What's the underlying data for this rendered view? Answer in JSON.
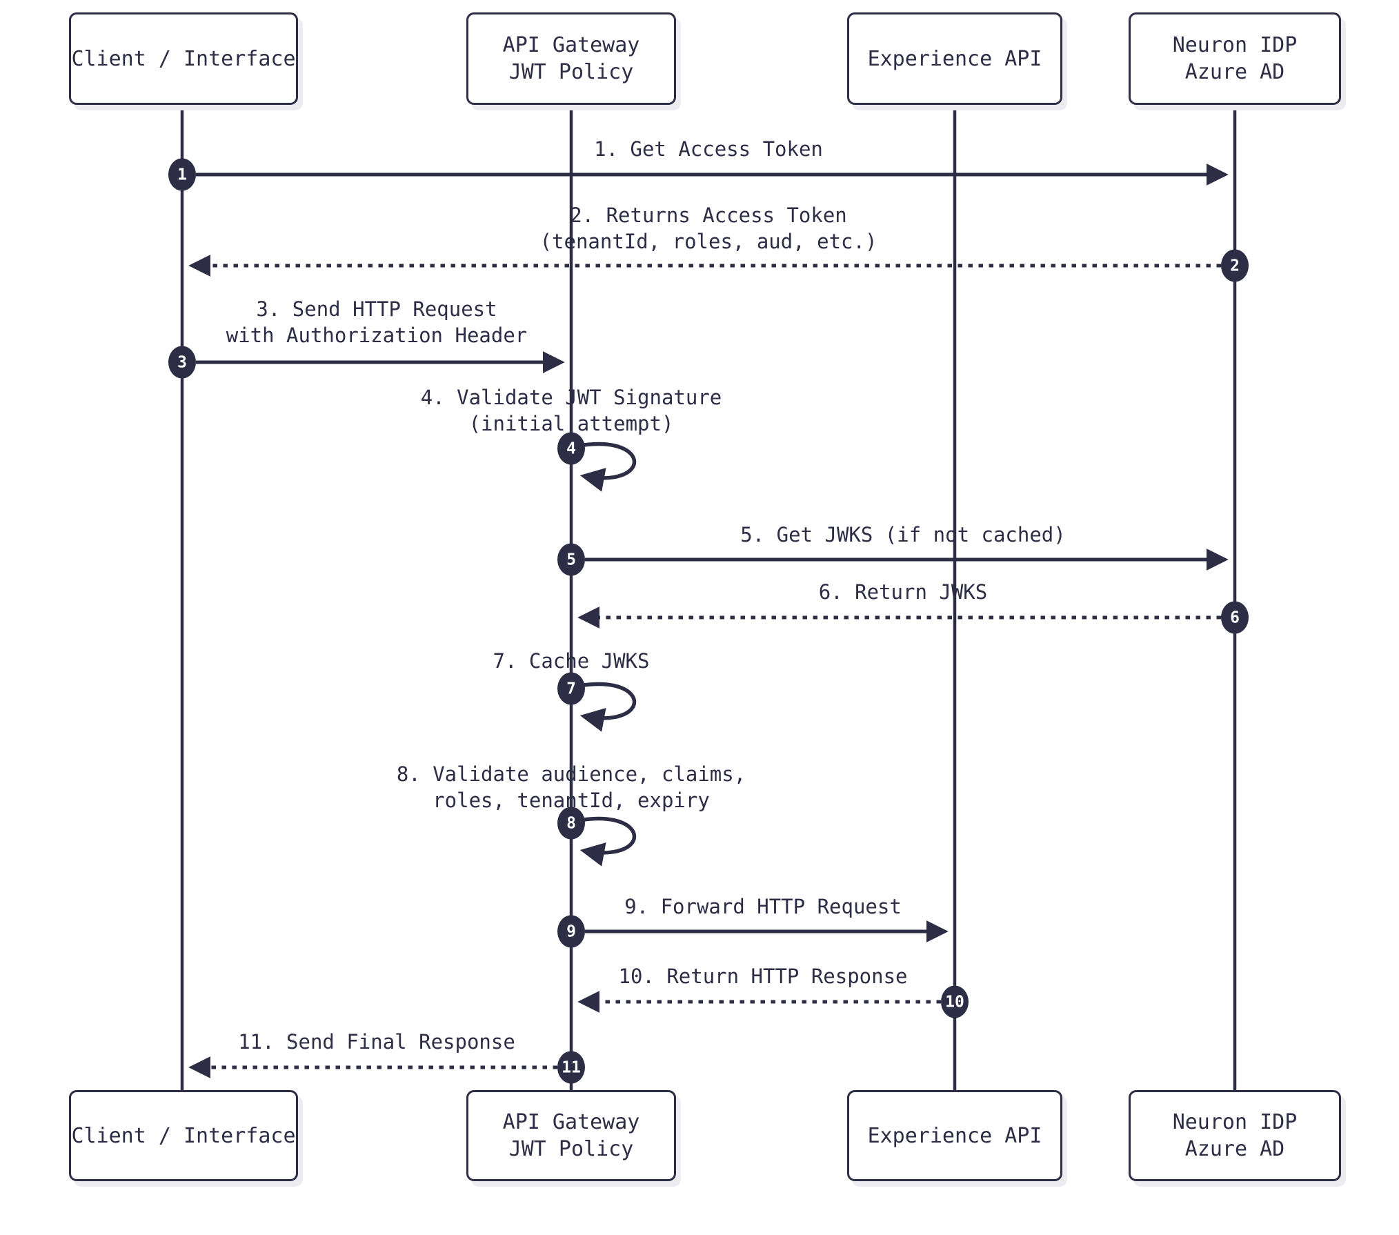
{
  "diagram": {
    "title": "JWT validation sequence diagram",
    "colors": {
      "ink": "#2e2d46",
      "background": "#ffffff",
      "shadow": "#ececf1",
      "badge_text": "#ffffff"
    },
    "actors": [
      {
        "id": "client",
        "label": "Client / Interface"
      },
      {
        "id": "api-gateway",
        "label": "API Gateway\nJWT Policy"
      },
      {
        "id": "experience-api",
        "label": "Experience API"
      },
      {
        "id": "neuron-idp",
        "label": "Neuron IDP\nAzure AD"
      }
    ],
    "messages": [
      {
        "number": "1",
        "label": "1. Get Access Token",
        "from": "client",
        "to": "neuron-idp",
        "style": "solid"
      },
      {
        "number": "2",
        "label": "2. Returns Access Token\n(tenantId, roles, aud, etc.)",
        "from": "neuron-idp",
        "to": "client",
        "style": "dotted"
      },
      {
        "number": "3",
        "label": "3. Send HTTP Request\nwith Authorization Header",
        "from": "client",
        "to": "api-gateway",
        "style": "solid"
      },
      {
        "number": "4",
        "label": "4. Validate JWT Signature\n(initial attempt)",
        "from": "api-gateway",
        "to": "api-gateway",
        "style": "self"
      },
      {
        "number": "5",
        "label": "5. Get JWKS (if not cached)",
        "from": "api-gateway",
        "to": "neuron-idp",
        "style": "solid"
      },
      {
        "number": "6",
        "label": "6. Return JWKS",
        "from": "neuron-idp",
        "to": "api-gateway",
        "style": "dotted"
      },
      {
        "number": "7",
        "label": "7. Cache JWKS",
        "from": "api-gateway",
        "to": "api-gateway",
        "style": "self"
      },
      {
        "number": "8",
        "label": "8. Validate audience, claims,\nroles, tenantId, expiry",
        "from": "api-gateway",
        "to": "api-gateway",
        "style": "self"
      },
      {
        "number": "9",
        "label": "9. Forward HTTP Request",
        "from": "api-gateway",
        "to": "experience-api",
        "style": "solid"
      },
      {
        "number": "10",
        "label": "10. Return HTTP Response",
        "from": "experience-api",
        "to": "api-gateway",
        "style": "dotted"
      },
      {
        "number": "11",
        "label": "11. Send Final Response",
        "from": "api-gateway",
        "to": "client",
        "style": "dotted"
      }
    ]
  }
}
